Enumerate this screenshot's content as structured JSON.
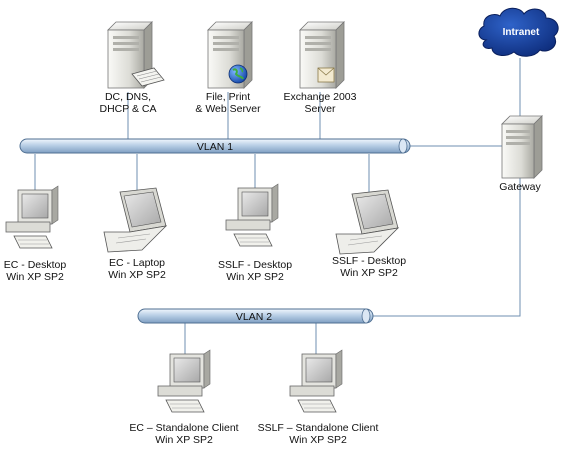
{
  "servers": [
    {
      "line1": "DC, DNS,",
      "line2": "DHCP & CA"
    },
    {
      "line1": "File, Print",
      "line2": "& Web Server"
    },
    {
      "line1": "Exchange 2003",
      "line2": "Server"
    }
  ],
  "cloud_label": "Intranet",
  "gateway_label": "Gateway",
  "vlan1_label": "VLAN 1",
  "vlan2_label": "VLAN 2",
  "clients_vlan1": [
    {
      "line1": "EC - Desktop",
      "line2": "Win XP SP2"
    },
    {
      "line1": "EC - Laptop",
      "line2": "Win XP SP2"
    },
    {
      "line1": "SSLF - Desktop",
      "line2": "Win XP SP2"
    },
    {
      "line1": "SSLF - Desktop",
      "line2": "Win XP SP2"
    }
  ],
  "clients_vlan2": [
    {
      "line1": "EC – Standalone Client",
      "line2": "Win XP SP2"
    },
    {
      "line1": "SSLF – Standalone Client",
      "line2": "Win XP SP2"
    }
  ]
}
